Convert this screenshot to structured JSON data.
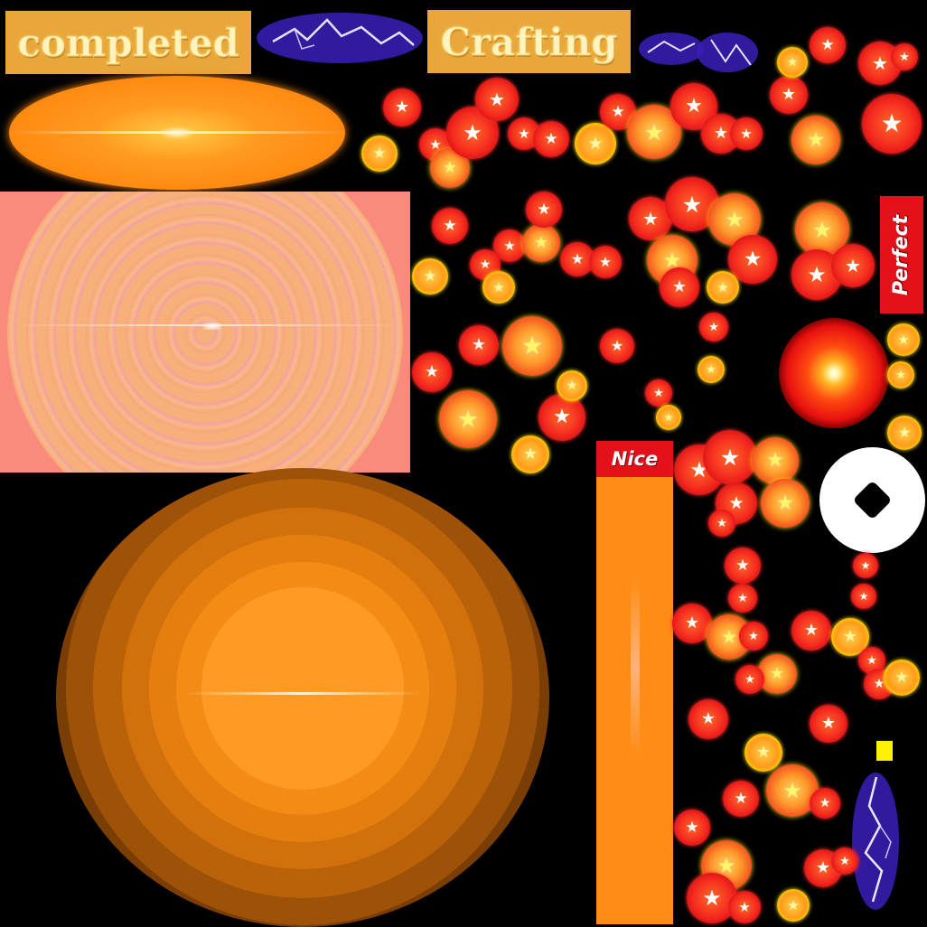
{
  "atlas": {
    "labels": {
      "completed": "completed",
      "crafting": "Crafting",
      "nice": "Nice",
      "perfect": "Perfect"
    },
    "colors": {
      "background": "#000000",
      "gold_badge": "#e8a63c",
      "red_tag": "#e3121a",
      "orange": "#ff8c14",
      "lightning": "#4b2ad8",
      "star_red": "#f4281e",
      "star_yellow": "#ffe800"
    },
    "icons": {
      "star": "★",
      "lightning": "lightning-bolt",
      "glow": "radial-glow"
    }
  }
}
